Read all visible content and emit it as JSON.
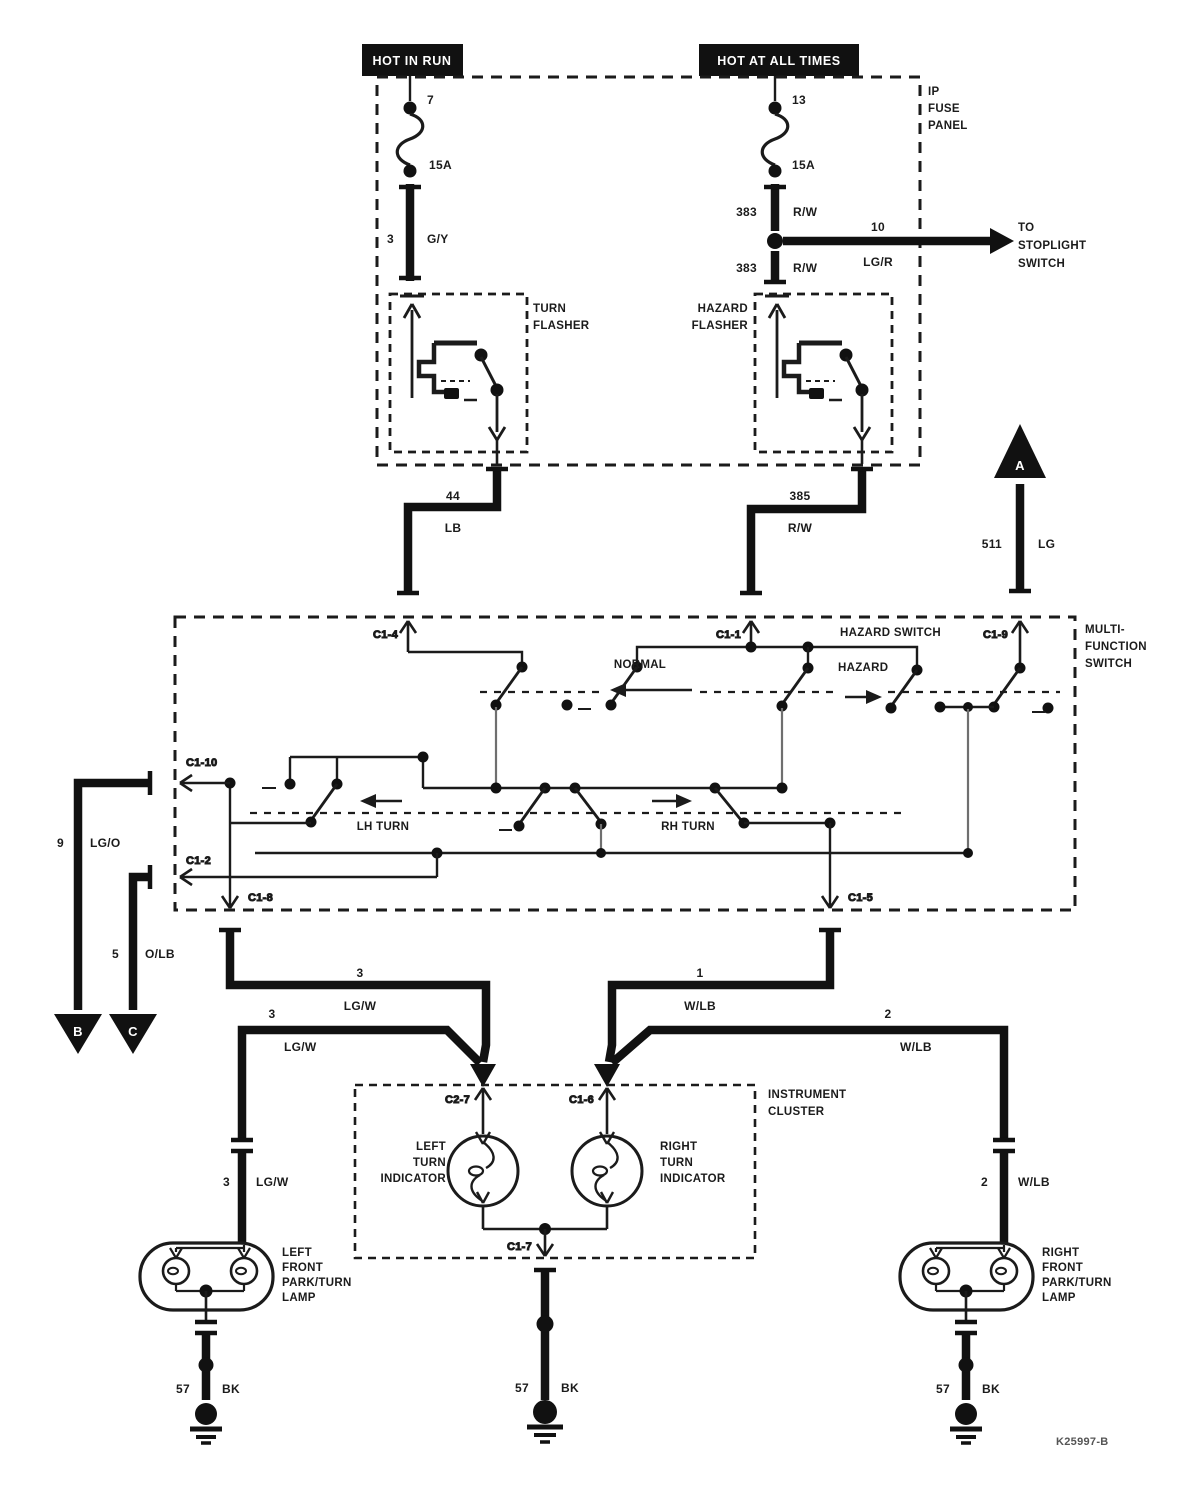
{
  "doc": {
    "number": "K25997-B",
    "ink": "#1b1b1b",
    "background": "#ffffff"
  },
  "power": {
    "left_tag": "HOT IN RUN",
    "right_tag": "HOT AT ALL TIMES"
  },
  "fuse_panel": {
    "label": [
      "IP",
      "FUSE",
      "PANEL"
    ],
    "fuse_left": {
      "pin": "7",
      "rating": "15A"
    },
    "fuse_right": {
      "pin": "13",
      "rating": "15A"
    },
    "wire_gy": {
      "circuit": "3",
      "color": "G/Y"
    },
    "wire_rw_upper": {
      "circuit": "383",
      "color": "R/W"
    },
    "wire_rw_lower": {
      "circuit": "383",
      "color": "R/W"
    },
    "branch": {
      "circuit": "10",
      "color": "LG/R"
    },
    "branch_dest": [
      "TO",
      "STOPLIGHT",
      "SWITCH"
    ]
  },
  "flashers": {
    "turn": [
      "TURN",
      "FLASHER"
    ],
    "hazard": [
      "HAZARD",
      "FLASHER"
    ]
  },
  "wires": {
    "turn_out": {
      "circuit": "44",
      "color": "LB"
    },
    "hazard_out": {
      "circuit": "385",
      "color": "R/W"
    },
    "lg": {
      "circuit": "511",
      "color": "LG"
    },
    "lgo": {
      "circuit": "9",
      "color": "LG/O"
    },
    "olb": {
      "circuit": "5",
      "color": "O/LB"
    },
    "lf1": {
      "circuit": "3",
      "color": "LG/W"
    },
    "lf2": {
      "circuit": "3",
      "color": "LG/W"
    },
    "lf3": {
      "circuit": "3",
      "color": "LG/W"
    },
    "rf1": {
      "circuit": "1",
      "color": "W/LB"
    },
    "rf2": {
      "circuit": "2",
      "color": "W/LB"
    },
    "rf3": {
      "circuit": "2",
      "color": "W/LB"
    }
  },
  "arrows": {
    "a": "A",
    "b": "B",
    "c": "C"
  },
  "mfs": {
    "label": [
      "MULTI-",
      "FUNCTION",
      "SWITCH"
    ],
    "normal": "NORMAL",
    "hazard_switch": "HAZARD SWITCH",
    "hazard": "HAZARD",
    "lh_turn": "LH TURN",
    "rh_turn": "RH TURN",
    "connectors": {
      "c1_4": "C1-4",
      "c1_1": "C1-1",
      "c1_9": "C1-9",
      "c1_10": "C1-10",
      "c1_2": "C1-2",
      "c1_8": "C1-8",
      "c1_5": "C1-5"
    }
  },
  "cluster": {
    "label": [
      "INSTRUMENT",
      "CLUSTER"
    ],
    "connectors": {
      "c2_7": "C2-7",
      "c1_6": "C1-6",
      "c1_7": "C1-7"
    },
    "left_indicator": [
      "LEFT",
      "TURN",
      "INDICATOR"
    ],
    "right_indicator": [
      "RIGHT",
      "TURN",
      "INDICATOR"
    ]
  },
  "lamps": {
    "left": [
      "LEFT",
      "FRONT",
      "PARK/TURN",
      "LAMP"
    ],
    "right": [
      "RIGHT",
      "FRONT",
      "PARK/TURN",
      "LAMP"
    ]
  },
  "grounds": {
    "left": {
      "circuit": "57",
      "color": "BK"
    },
    "center": {
      "circuit": "57",
      "color": "BK"
    },
    "right": {
      "circuit": "57",
      "color": "BK"
    }
  }
}
